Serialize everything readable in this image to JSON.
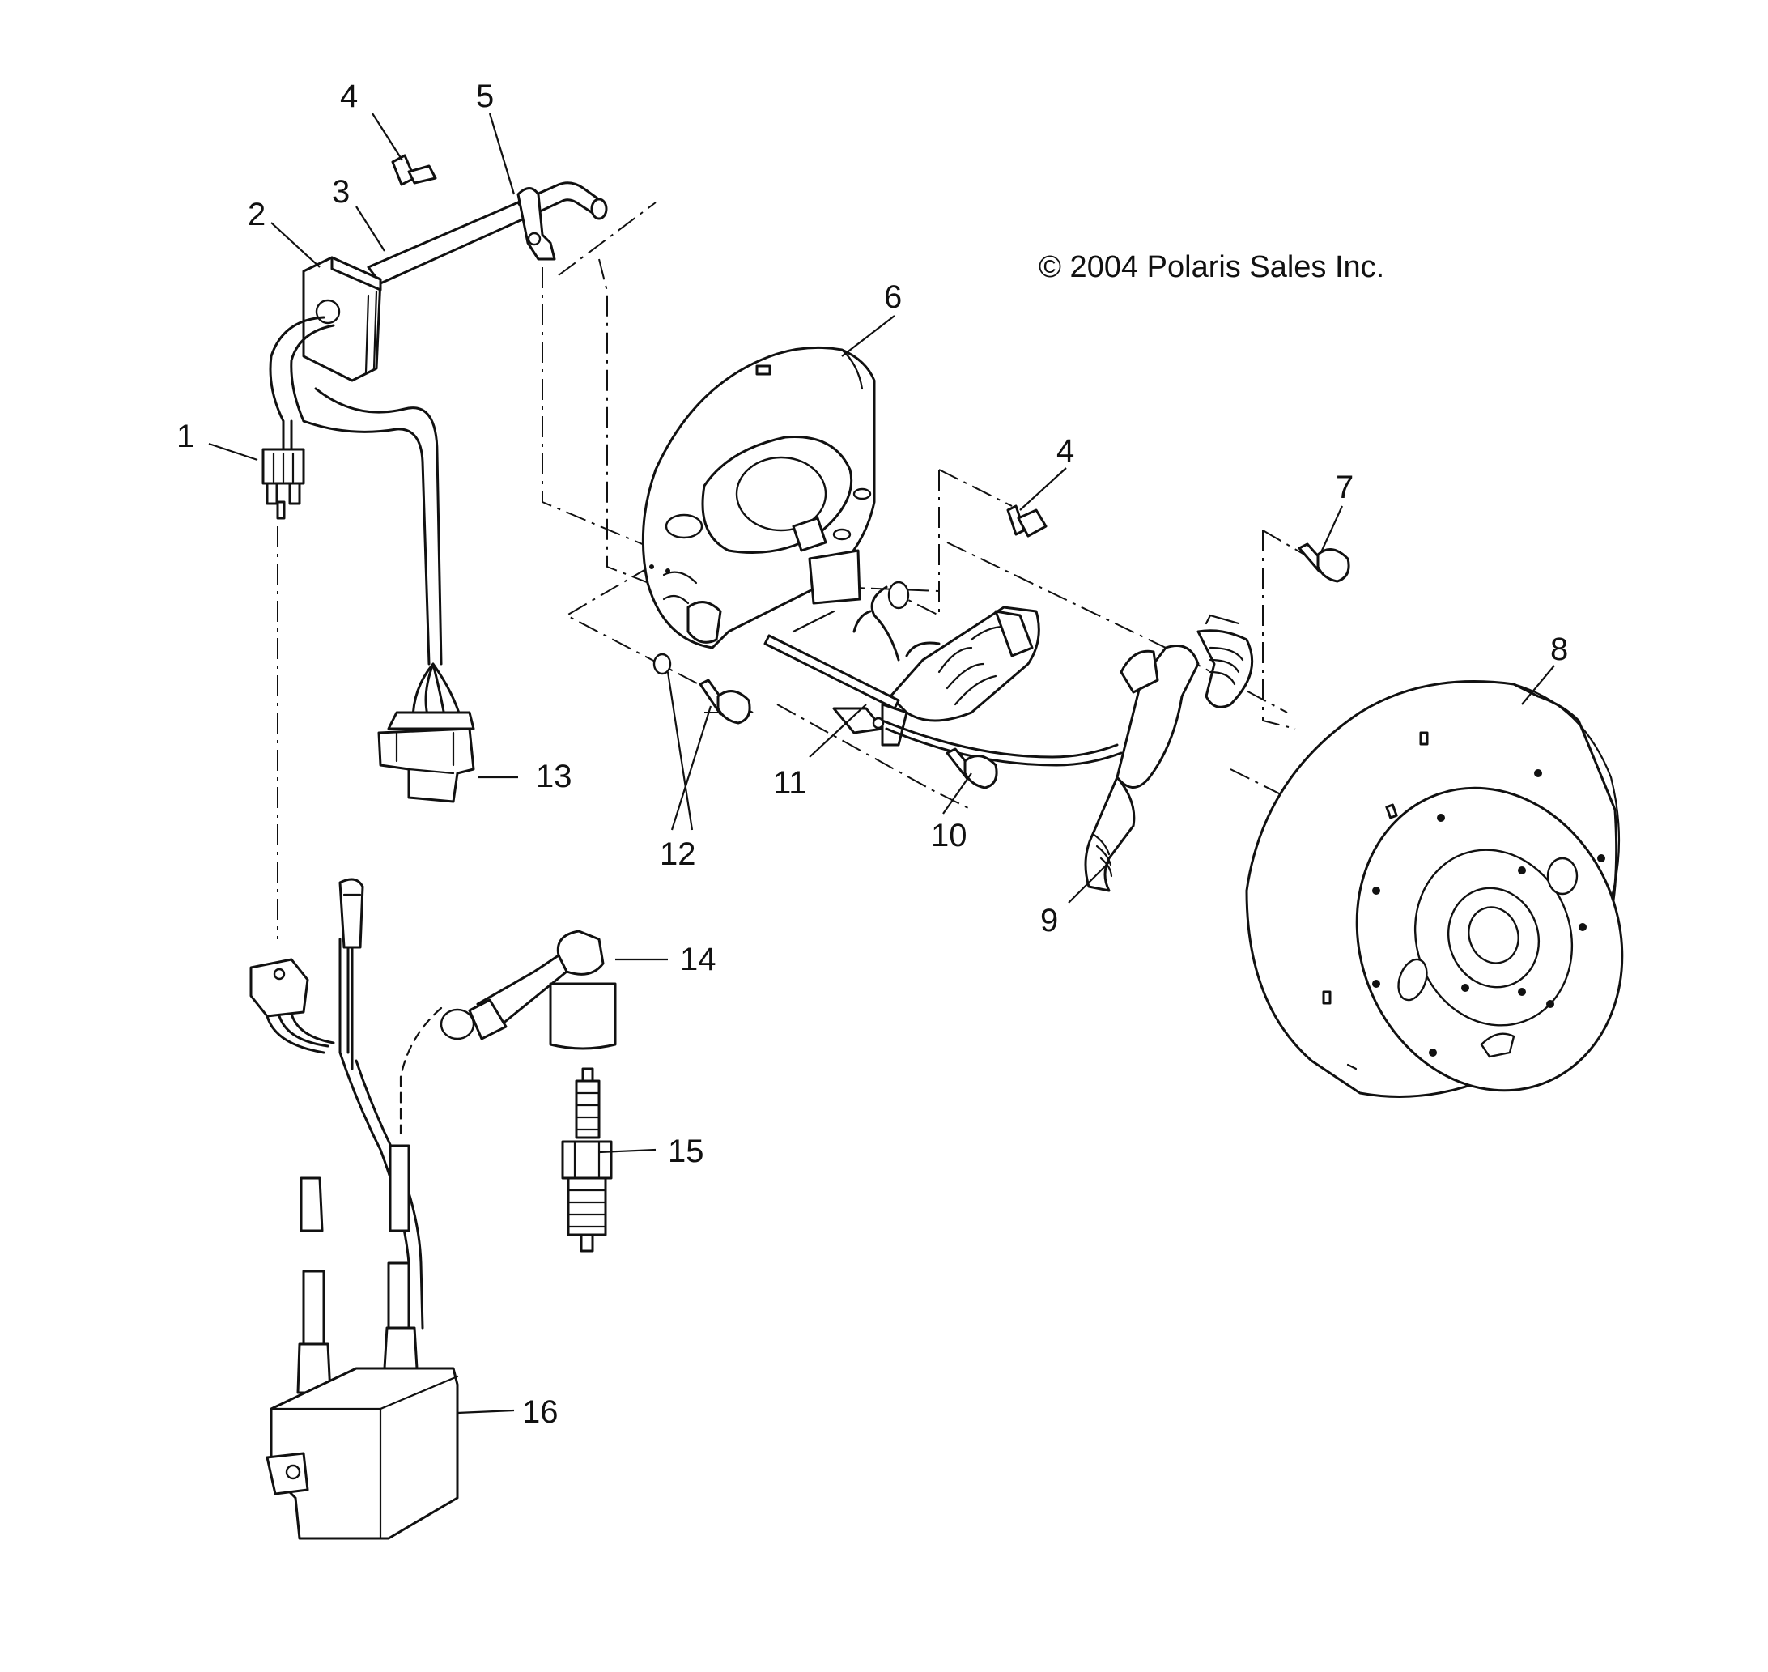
{
  "copyright": "© 2004 Polaris Sales Inc.",
  "callouts": {
    "c1": "1",
    "c2": "2",
    "c3": "3",
    "c4a": "4",
    "c5": "5",
    "c6": "6",
    "c4b": "4",
    "c7": "7",
    "c8": "8",
    "c9": "9",
    "c10": "10",
    "c11": "11",
    "c12": "12",
    "c13": "13",
    "c14": "14",
    "c15": "15",
    "c16": "16"
  },
  "parts": {
    "connector": "part-1",
    "regulator": "part-2",
    "harness": "part-3",
    "screw_upper": "part-4",
    "clamp": "part-5",
    "stator_plate": "part-6",
    "screw_right": "part-7",
    "flywheel": "part-8",
    "stator_coil": "part-9",
    "screw_coil": "part-10",
    "pickup_coil": "part-11",
    "washer_screw": "part-12",
    "harness_plug": "part-13",
    "plug_cap": "part-14",
    "spark_plug": "part-15",
    "ignition_coil": "part-16"
  }
}
